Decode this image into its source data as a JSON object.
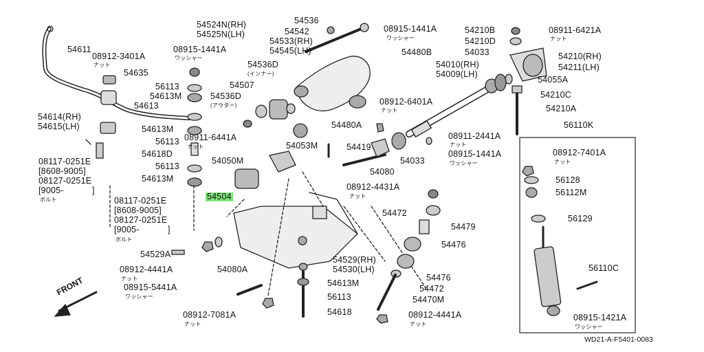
{
  "diagram": {
    "highlight_color": "#7ee37a",
    "labels": {
      "p54611": "54611",
      "p54635": "54635",
      "p54613": "54613",
      "p54614": "54614(RH)",
      "p54615": "54615(LH)",
      "p08117a": "08117-0251E",
      "p8608a": "[8608-9005]",
      "p08127a": "08127-0251E",
      "p9005a": "[9005-",
      "p9005a_end": "]",
      "bolt_a": "ボルト",
      "p08117b": "08117-0251E",
      "p8608b": "[8608-9005]",
      "p08127b": "08127-0251E",
      "p9005b": "[9005-",
      "p9005b_end": "]",
      "bolt_b": "ボルト",
      "p08912_3401": "08912-3401A",
      "nut_a": "ナット",
      "p08915_1441a": "08915-1441A",
      "washer_a": "ワッシャー",
      "p56113a": "56113",
      "p54613m_a": "54613M",
      "p54613m_b": "54613M",
      "p56113b": "56113",
      "p54618d": "54618D",
      "p56113c": "56113",
      "p54613m_c": "54613M",
      "p54524n": "54524N(RH)",
      "p54525n": "54525N(LH)",
      "p54536": "54536",
      "p54542": "54542",
      "p54533": "54533(RH)",
      "p54545": "54545(LH)",
      "p54536d": "54536D",
      "inner": "(インナー)",
      "p54507": "54507",
      "p54536d2": "54536D",
      "outer": "(アウター)",
      "p08911_6441": "08911-6441A",
      "nut_b": "ナット",
      "p54050m": "54050M",
      "p54053m": "54053M",
      "p54504": "54504",
      "p08915_1441b": "08915-1441A",
      "washer_b": "ワッシャー",
      "p54480b": "54480B",
      "p54010": "54010(RH)",
      "p54009": "54009(LH)",
      "p08912_6401": "08912-6401A",
      "nut_c": "ナット",
      "p54480a": "54480A",
      "p54419": "54419",
      "p54080": "54080",
      "p54033a": "54033",
      "p08911_2441": "08911-2441A",
      "nut_d": "ナット",
      "p08915_1441c": "08915-1441A",
      "washer_c": "ワッシャー",
      "p54210b": "54210B",
      "p54210d": "54210D",
      "p54033b": "54033",
      "p08911_6421": "08911-6421A",
      "nut_e": "ナット",
      "p54210rh": "54210(RH)",
      "p54211lh": "54211(LH)",
      "p54055a": "54055A",
      "p54210c": "54210C",
      "p54210a": "54210A",
      "p56110k": "56110K",
      "p08912_7401": "08912-7401A",
      "nut_f": "ナット",
      "p56128": "56128",
      "p56112m": "56112M",
      "p56129": "56129",
      "p56110c": "56110C",
      "p08915_1421": "08915-1421A",
      "washer_d": "ワッシャー",
      "p08912_4431": "08912-4431A",
      "nut_g": "ナット",
      "p54472a": "54472",
      "p54479": "54479",
      "p54476a": "54476",
      "p54476b": "54476",
      "p54472b": "54472",
      "p54470m": "54470M",
      "p08912_4441b": "08912-4441A",
      "nut_h": "ナット",
      "p54529a": "54529A",
      "p08912_4441a": "08912-4441A",
      "nut_i": "ナット",
      "p08915_5441": "08915-5441A",
      "washer_e": "ワッシャー",
      "p54080a": "54080A",
      "p54529rh": "54529(RH)",
      "p54530lh": "54530(LH)",
      "p54613m_d": "54613M",
      "p56113d": "56113",
      "p54618": "54618",
      "p08912_7081": "08912-7081A",
      "nut_j": "ナット",
      "front": "FRONT",
      "drawing_code": "WD21-A-F5401-0083"
    }
  }
}
